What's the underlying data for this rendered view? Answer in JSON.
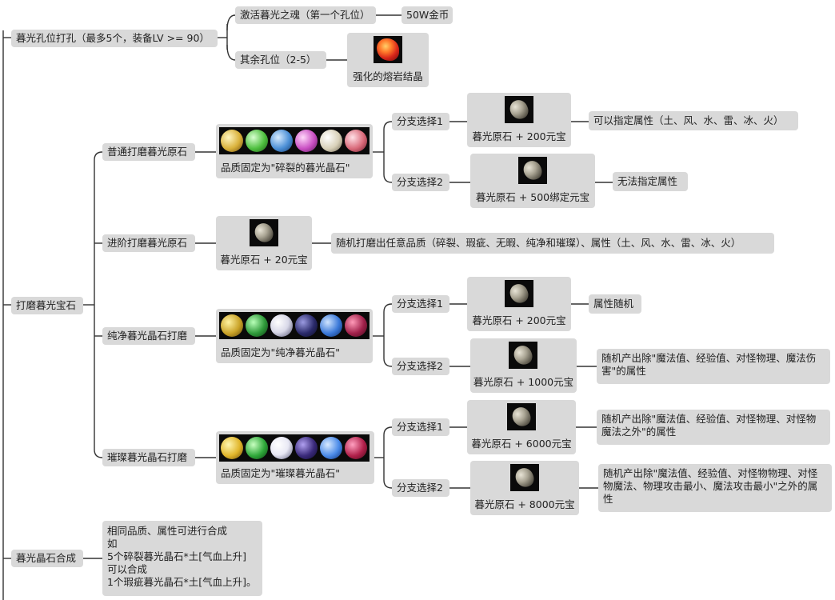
{
  "mindmap": {
    "hole": {
      "label": "暮光孔位打孔（最多5个，装备LV >= 90）",
      "first": {
        "label": "激活暮光之魂（第一个孔位）",
        "cost": "50W金币"
      },
      "rest": {
        "label": "其余孔位（2-5）",
        "material": "强化的熔岩结晶",
        "material_icon": "lava-crystal-icon"
      }
    },
    "grind": {
      "label": "打磨暮光宝石",
      "normal": {
        "label": "普通打磨暮光原石",
        "quality_note": "品质固定为\"碎裂的暮光晶石\"",
        "gem_colors": [
          "#d9b13a",
          "#4fbf3f",
          "#4b8fd6",
          "#c94fc3",
          "#d8d0b8",
          "#d96a7a"
        ],
        "branch1": {
          "label": "分支选择1",
          "cost": "暮光原石 + 200元宝",
          "result": "可以指定属性（土、风、水、雷、冰、火）"
        },
        "branch2": {
          "label": "分支选择2",
          "cost": "暮光原石 + 500绑定元宝",
          "result": "无法指定属性"
        }
      },
      "advanced": {
        "label": "进阶打磨暮光原石",
        "cost": "暮光原石 + 20元宝",
        "result": "随机打磨出任意品质（碎裂、瑕疵、无暇、纯净和璀璨）、属性（土、风、水、雷、冰、火）"
      },
      "pure": {
        "label": "纯净暮光晶石打磨",
        "quality_note": "品质固定为\"纯净暮光晶石\"",
        "gem_colors": [
          "#c9a227",
          "#2f9a3a",
          "#d8d8e8",
          "#2a2a6a",
          "#3a78d8",
          "#a0204a"
        ],
        "branch1": {
          "label": "分支选择1",
          "cost": "暮光原石 + 200元宝",
          "result": "属性随机"
        },
        "branch2": {
          "label": "分支选择2",
          "cost": "暮光原石 + 1000元宝",
          "result": "随机产出除\"魔法值、经验值、对怪物理、魔法伤害\"的属性"
        }
      },
      "brilliant": {
        "label": "璀璨暮光晶石打磨",
        "quality_note": "品质固定为\"璀璨暮光晶石\"",
        "gem_colors": [
          "#e0b52a",
          "#2fa83a",
          "#e8e8f4",
          "#3a2a7a",
          "#4a8ae8",
          "#b0204a"
        ],
        "branch1": {
          "label": "分支选择1",
          "cost": "暮光原石 + 6000元宝",
          "result": "随机产出除\"魔法值、经验值、对怪物理、对怪物魔法之外\"的属性"
        },
        "branch2": {
          "label": "分支选择2",
          "cost": "暮光原石 + 8000元宝",
          "result": "随机产出除\"魔法值、经验值、对怪物物理、对怪物魔法、物理攻击最小、魔法攻击最小\"之外的属性"
        }
      }
    },
    "synthesis": {
      "label": "暮光晶石合成",
      "note": "相同品质、属性可进行合成\n如\n5个碎裂暮光晶石*土[气血上升]\n可以合成\n1个瑕疵暮光晶石*土[气血上升]。"
    }
  }
}
